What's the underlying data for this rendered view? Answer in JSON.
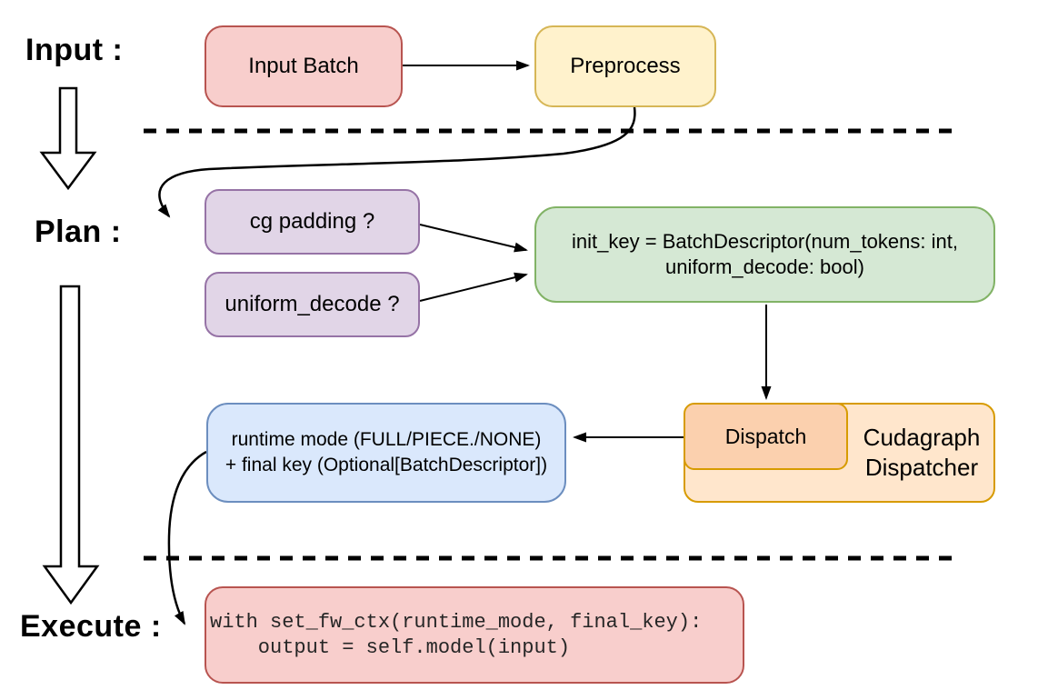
{
  "labels": {
    "input": "Input :",
    "plan": "Plan :",
    "execute": "Execute :"
  },
  "nodes": {
    "input_batch": {
      "label": "Input Batch"
    },
    "preprocess": {
      "label": "Preprocess"
    },
    "cg_padding": {
      "label": "cg padding ?"
    },
    "uniform_decode": {
      "label": "uniform_decode ?"
    },
    "init_key": {
      "line1": "init_key = BatchDescriptor(num_tokens: int,",
      "line2": "uniform_decode: bool)"
    },
    "dispatch": {
      "label": "Dispatch"
    },
    "cudagraph_dispatcher": {
      "line1": "Cudagraph",
      "line2": "Dispatcher"
    },
    "runtime_mode": {
      "line1": "runtime mode (FULL/PIECE./NONE)",
      "line2": "+ final key (Optional[BatchDescriptor])"
    },
    "execute_code": {
      "line1": "with set_fw_ctx(runtime_mode, final_key):",
      "line2": "    output = self.model(input)"
    }
  },
  "colors": {
    "red_fill": "#f8cecc",
    "red_border": "#b85450",
    "yellow_fill": "#fff2cc",
    "yellow_border": "#d6b656",
    "purple_fill": "#e1d5e7",
    "purple_border": "#9673a6",
    "green_fill": "#d5e8d4",
    "green_border": "#82b366",
    "blue_fill": "#dae8fc",
    "blue_border": "#6c8ebf",
    "orange_fill": "#ffe6cc",
    "orange_sub_fill": "#fbd0ae",
    "orange_border": "#d79b00",
    "connector": "#000000"
  }
}
